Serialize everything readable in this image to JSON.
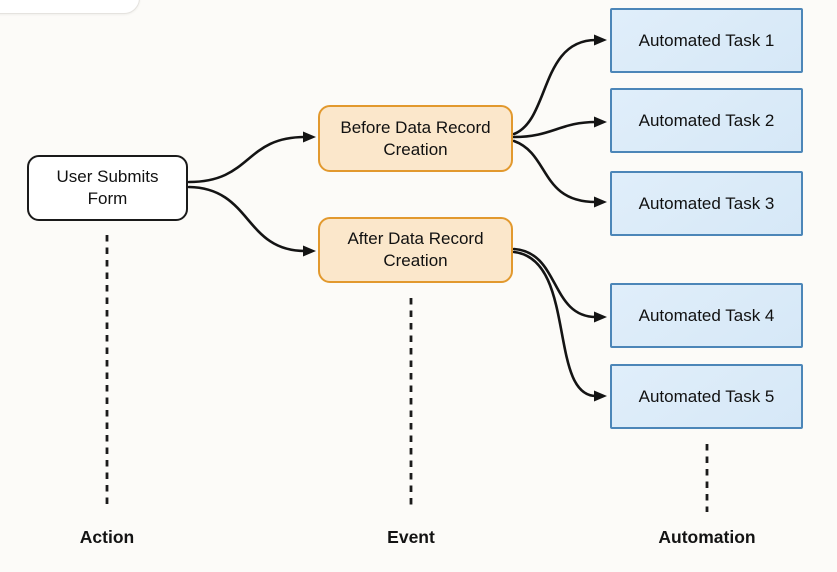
{
  "diagram": {
    "action": {
      "label": "User Submits Form"
    },
    "events": [
      {
        "label": "Before Data Record Creation"
      },
      {
        "label": "After Data Record Creation"
      }
    ],
    "tasks": [
      {
        "label": "Automated Task 1"
      },
      {
        "label": "Automated Task 2"
      },
      {
        "label": "Automated Task 3"
      },
      {
        "label": "Automated Task 4"
      },
      {
        "label": "Automated Task 5"
      }
    ],
    "lanes": [
      {
        "label": "Action"
      },
      {
        "label": "Event"
      },
      {
        "label": "Automation"
      }
    ],
    "edges": [
      {
        "from": "User Submits Form",
        "to": "Before Data Record Creation"
      },
      {
        "from": "User Submits Form",
        "to": "After Data Record Creation"
      },
      {
        "from": "Before Data Record Creation",
        "to": "Automated Task 1"
      },
      {
        "from": "Before Data Record Creation",
        "to": "Automated Task 2"
      },
      {
        "from": "Before Data Record Creation",
        "to": "Automated Task 3"
      },
      {
        "from": "After Data Record Creation",
        "to": "Automated Task 4"
      },
      {
        "from": "After Data Record Creation",
        "to": "Automated Task 5"
      }
    ],
    "colors": {
      "background": "#fcfbf8",
      "action_fill": "#ffffff",
      "action_border": "#1a1a1a",
      "event_fill": "#fbe7cb",
      "event_border": "#e2992e",
      "task_fill": "#d8e9f8",
      "task_border": "#4c86b8",
      "connector": "#141414",
      "text": "#111111"
    }
  }
}
